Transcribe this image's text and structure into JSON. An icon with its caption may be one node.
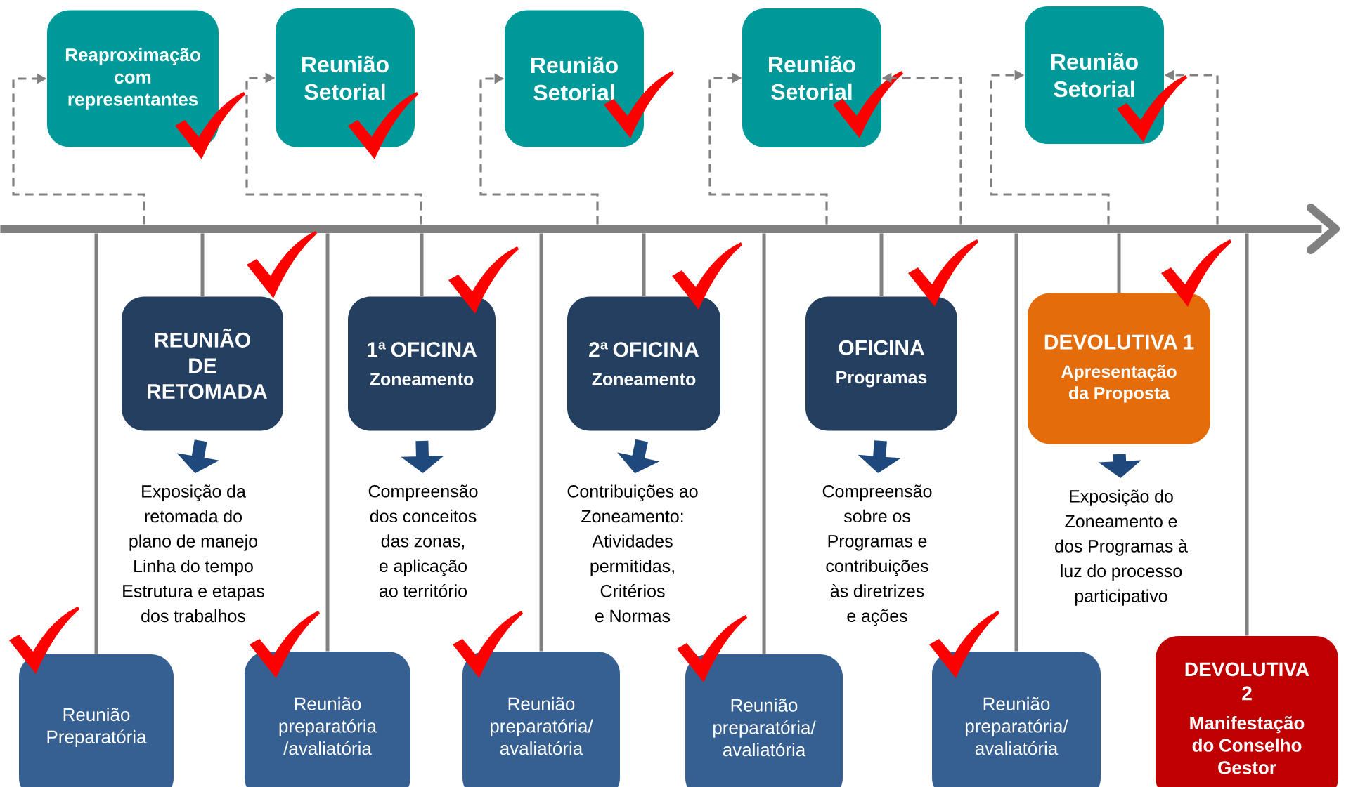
{
  "diagram": {
    "nodes": [
      {
        "text": [
          "Reaproximação com representantes"
        ]
      },
      {
        "text": [
          "Reunião Setorial"
        ]
      },
      {
        "text": [
          "Reunião Setorial"
        ]
      },
      {
        "text": [
          "Reunião Setorial"
        ]
      },
      {
        "text": [
          "Reunião Setorial"
        ]
      },
      {
        "text": [
          "REUNIÃO DE RETOMADA"
        ]
      },
      {
        "text": [
          "1ª OFICINA",
          "Zoneamento"
        ]
      },
      {
        "text": [
          "2ª OFICINA",
          "Zoneamento"
        ]
      },
      {
        "text": [
          "OFICINA",
          "Programas"
        ]
      },
      {
        "text": [
          "DEVOLUTIVA 1",
          "Apresentação da Proposta"
        ]
      },
      {
        "text": [
          "Exposição da retomada do plano de manejo Linha do tempo Estrutura e etapas dos trabalhos"
        ]
      },
      {
        "text": [
          "Compreensão dos conceitos das zonas, e aplicação ao território"
        ]
      },
      {
        "text": [
          "Contribuições ao Zoneamento: Atividades permitidas, Critérios e Normas"
        ]
      },
      {
        "text": [
          "Compreensão sobre os Programas e contribuições às diretrizes e ações"
        ]
      },
      {
        "text": [
          "Exposição do Zoneamento e dos Programas à luz do processo participativo"
        ]
      },
      {
        "text": [
          "Reunião Preparatória"
        ]
      },
      {
        "text": [
          "Reunião preparatória /avaliatória"
        ]
      },
      {
        "text": [
          "Reunião preparatória/ avaliatória"
        ]
      },
      {
        "text": [
          "Reunião preparatória/ avaliatória"
        ]
      },
      {
        "text": [
          "Reunião preparatória/ avaliatória"
        ]
      },
      {
        "text": [
          "DEVOLUTIVA 2",
          "Manifestação do Conselho Gestor"
        ]
      },
      {
        "text": [],
        "shape": "arrow"
      },
      {
        "text": [],
        "shape": "check"
      },
      {
        "text": [],
        "shape": "check"
      },
      {
        "text": [],
        "shape": "check"
      },
      {
        "text": [],
        "shape": "check"
      },
      {
        "text": [],
        "shape": "check"
      },
      {
        "text": [],
        "shape": "check"
      },
      {
        "text": [],
        "shape": "check"
      },
      {
        "text": [],
        "shape": "check"
      },
      {
        "text": [],
        "shape": "check"
      },
      {
        "text": [],
        "shape": "check"
      },
      {
        "text": [],
        "shape": "check"
      },
      {
        "text": [],
        "shape": "check"
      },
      {
        "text": [],
        "shape": "check"
      },
      {
        "text": [],
        "shape": "check"
      },
      {
        "text": [],
        "shape": "check"
      }
    ],
    "edges": [
      {
        "from": 21,
        "to": 0,
        "arrow": "to",
        "style": "dashed"
      },
      {
        "from": 21,
        "to": 1,
        "arrow": "to",
        "style": "dashed"
      },
      {
        "from": 21,
        "to": 2,
        "arrow": "to",
        "style": "dashed"
      },
      {
        "from": 21,
        "to": 3,
        "arrow": "to",
        "style": "dashed"
      },
      {
        "from": 21,
        "to": 3,
        "arrow": "to",
        "style": "dashed"
      },
      {
        "from": 21,
        "to": 4,
        "arrow": "to",
        "style": "dashed"
      },
      {
        "from": 21,
        "to": 4,
        "arrow": "to",
        "style": "dashed"
      },
      {
        "from": 21,
        "to": 5,
        "arrow": "none"
      },
      {
        "from": 21,
        "to": 6,
        "arrow": "none"
      },
      {
        "from": 21,
        "to": 7,
        "arrow": "none"
      },
      {
        "from": 21,
        "to": 8,
        "arrow": "none"
      },
      {
        "from": 21,
        "to": 9,
        "arrow": "none"
      },
      {
        "from": 5,
        "to": 10,
        "arrow": "to",
        "style": "thick",
        "color": "#1f497d"
      },
      {
        "from": 6,
        "to": 11,
        "arrow": "to",
        "style": "thick",
        "color": "#1f497d"
      },
      {
        "from": 7,
        "to": 12,
        "arrow": "to",
        "style": "thick",
        "color": "#1f497d"
      },
      {
        "from": 8,
        "to": 13,
        "arrow": "to",
        "style": "thick",
        "color": "#1f497d"
      },
      {
        "from": 9,
        "to": 14,
        "arrow": "to",
        "style": "thick",
        "color": "#1f497d"
      },
      {
        "from": 21,
        "to": 15,
        "arrow": "none"
      },
      {
        "from": 21,
        "to": 16,
        "arrow": "none"
      },
      {
        "from": 21,
        "to": 17,
        "arrow": "none"
      },
      {
        "from": 21,
        "to": 18,
        "arrow": "none"
      },
      {
        "from": 21,
        "to": 19,
        "arrow": "none"
      },
      {
        "from": 21,
        "to": 20,
        "arrow": "none"
      }
    ]
  }
}
